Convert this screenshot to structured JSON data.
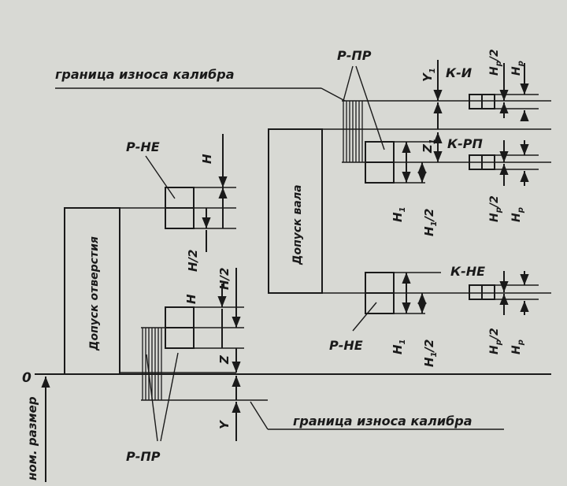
{
  "labels": {
    "zero": "0",
    "nominal_size": "ном. размер",
    "wear_limit_top": "граница износа калибра",
    "wear_limit_bottom": "граница износа калибра",
    "hole_tolerance": "Допуск отверстия",
    "shaft_tolerance": "Допуск вала",
    "r_ne_hole": "Р-НЕ",
    "r_pr_hole": "Р-ПР",
    "r_pr_shaft": "Р-ПР",
    "r_ne_shaft": "Р-НЕ",
    "k_i": "К-И",
    "k_rp": "К-РП",
    "k_ne": "К-НЕ"
  },
  "dims": {
    "H_top": "H",
    "H2_top": "H/2",
    "H_bot": "H",
    "H2_bot": "H/2",
    "Z": "Z",
    "Y": "Y",
    "Y1": "Y",
    "Y1_sub": "1",
    "Z1": "Z",
    "Z1_sub": "1",
    "H1_a": "H",
    "H1_a_sub": "1",
    "H1_2a": "H",
    "H1_2a_sub": "1",
    "H1_2a_tail": "/2",
    "H1_b": "H",
    "H1_b_sub": "1",
    "H1_2b": "H",
    "H1_2b_sub": "1",
    "H1_2b_tail": "/2",
    "Hp2_1": "H",
    "Hp2_1_sub": "p",
    "Hp2_1_tail": "/2",
    "Hp_1": "H",
    "Hp_1_sub": "p",
    "Hp2_2": "H",
    "Hp2_2_sub": "p",
    "Hp2_2_tail": "/2",
    "Hp_2": "H",
    "Hp_2_sub": "p",
    "Hp2_3": "H",
    "Hp2_3_sub": "p",
    "Hp2_3_tail": "/2",
    "Hp_3": "H",
    "Hp_3_sub": "p"
  }
}
